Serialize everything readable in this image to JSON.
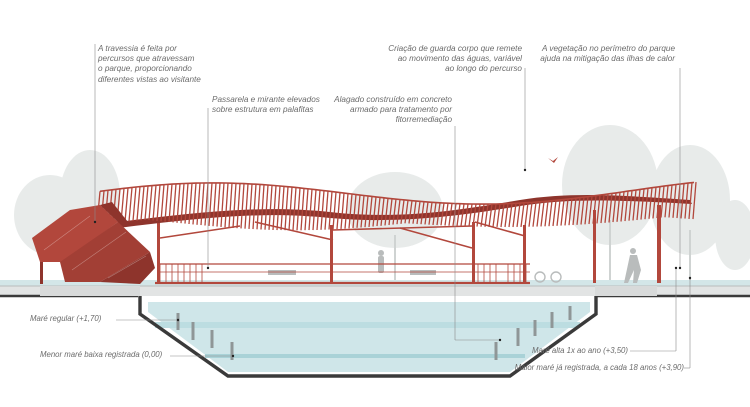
{
  "annotations": [
    {
      "id": "travessia",
      "text": "A travessia é feita por\npercursos que atravessam\no parque, proporcionando\ndiferentes vistas ao visitante"
    },
    {
      "id": "passarela",
      "text": "Passarela e mirante elevados\nsobre estrutura em palafitas"
    },
    {
      "id": "alagado",
      "text": "Alagado construído em concreto\narmado para tratamento por\nfitorremediação"
    },
    {
      "id": "guarda-corpo",
      "text": "Criação de guarda corpo que remete\nao movimento das águas, variável\nao longo do percurso"
    },
    {
      "id": "vegetacao",
      "text": "A vegetação no perímetro do parque\najuda na mitigação das ilhas de calor"
    }
  ],
  "water_levels": [
    {
      "id": "mare-regular",
      "text": "Maré regular (+1,70)"
    },
    {
      "id": "menor-mare",
      "text": "Menor maré baixa registrada (0,00)"
    },
    {
      "id": "mare-alta",
      "text": "Maré alta 1x ao ano (+3,50)"
    },
    {
      "id": "maior-mare",
      "text": "Maior maré já registrada, a cada 18 anos (+3,90)"
    }
  ],
  "colors": {
    "structure": "#b2473c",
    "structure_dark": "#8e342c",
    "water": "#cfe6e9",
    "ground": "#dfe1e1",
    "concrete": "#3a3a3a",
    "tree": "#e6e9e8"
  }
}
